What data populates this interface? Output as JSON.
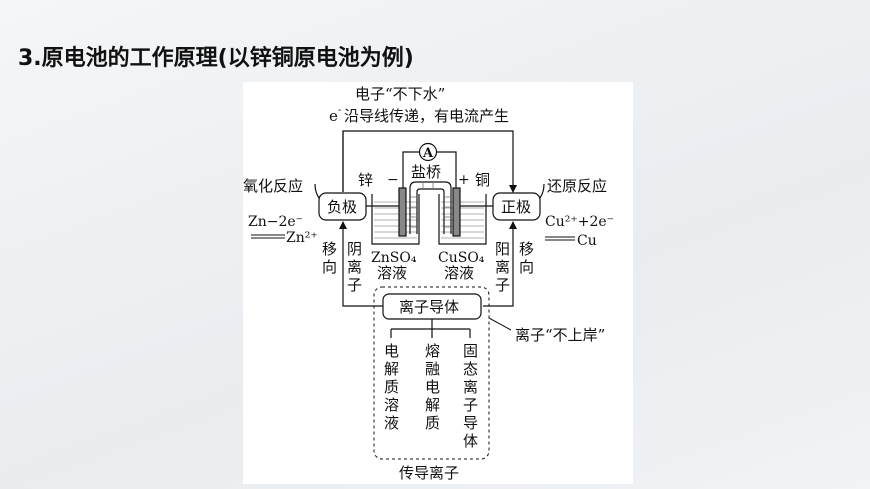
{
  "title": "3.原电池的工作原理(以锌铜原电池为例)",
  "diagram": {
    "electron_label": "电子“不下水”",
    "electron_flow_prefix": "e",
    "electron_flow_sup": "-",
    "electron_flow_text": "沿导线传递，有电流产生",
    "ammeter": "A",
    "salt_bridge": "盐桥",
    "zinc": "锌",
    "copper": "铜",
    "minus": "−",
    "plus": "+",
    "negative_electrode": "负极",
    "positive_electrode": "正极",
    "oxidation": "氧化反应",
    "reduction": "还原反应",
    "anode_reaction_top": "Zn−2e⁻",
    "anode_reaction_bottom": "Zn²⁺",
    "cathode_reaction_top": "Cu²⁺+2e⁻",
    "cathode_reaction_bottom": "Cu",
    "left_move": [
      "移",
      "向"
    ],
    "anion": [
      "阴",
      "离",
      "子"
    ],
    "cation": [
      "阳",
      "离",
      "子"
    ],
    "right_move": [
      "移",
      "向"
    ],
    "left_solution": [
      "ZnSO₄",
      "溶液"
    ],
    "right_solution": [
      "CuSO₄",
      "溶液"
    ],
    "ion_conductor": "离子导体",
    "ion_label": "离子“不上岸”",
    "conductor_types": [
      [
        "电",
        "解",
        "质",
        "溶",
        "液"
      ],
      [
        "熔",
        "融",
        "电",
        "解",
        "质"
      ],
      [
        "固",
        "态",
        "离",
        "子",
        "导",
        "体"
      ]
    ],
    "conduct_ions": "传导离子"
  }
}
